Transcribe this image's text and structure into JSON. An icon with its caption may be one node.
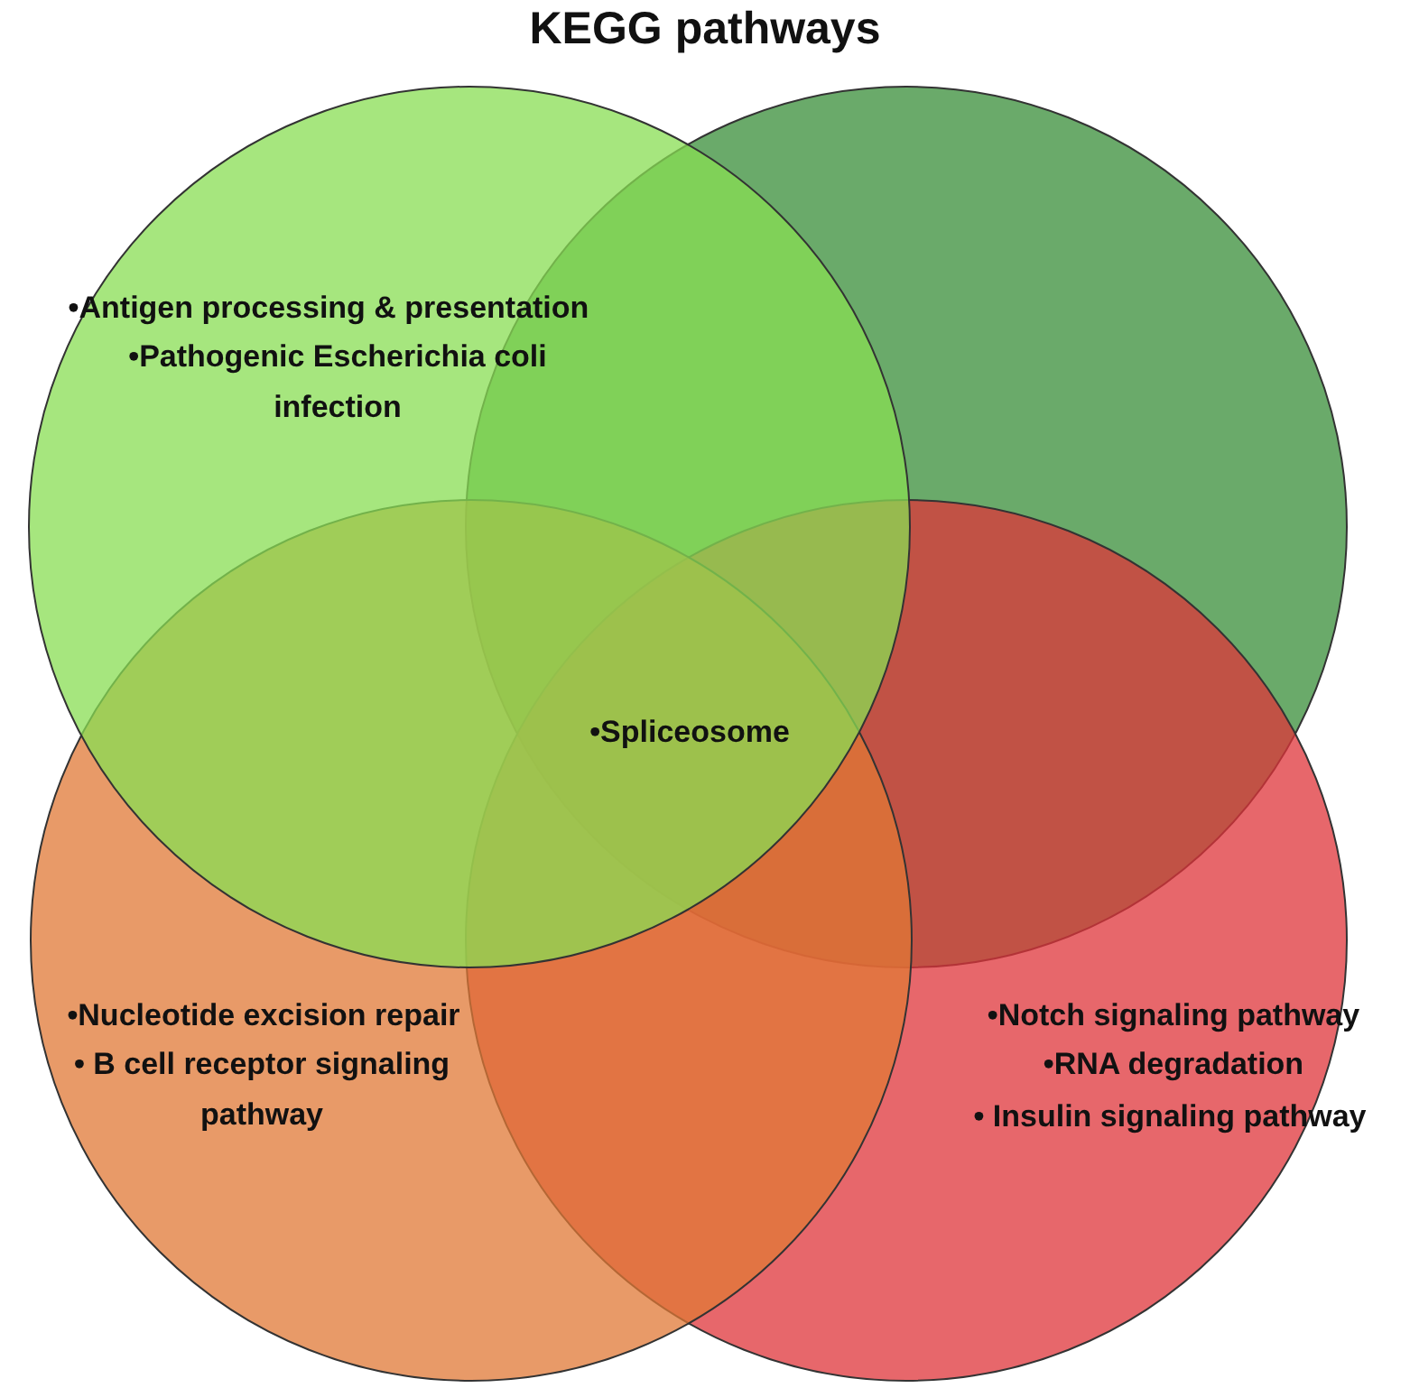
{
  "diagram": {
    "title": "KEGG pathways",
    "nodes": [
      {
        "text": [
          "•Antigen processing & presentation",
          "•Pathogenic Escherichia coli infection"
        ]
      },
      {
        "text": [],
        "shape": "circle"
      },
      {
        "text": [
          "•Nucleotide excision repair",
          "• B cell receptor signaling pathway"
        ]
      },
      {
        "text": [
          "•Notch signaling pathway",
          "•RNA degradation",
          "• Insulin signaling pathway"
        ]
      }
    ],
    "labels": [
      "•Spliceosome"
    ]
  }
}
